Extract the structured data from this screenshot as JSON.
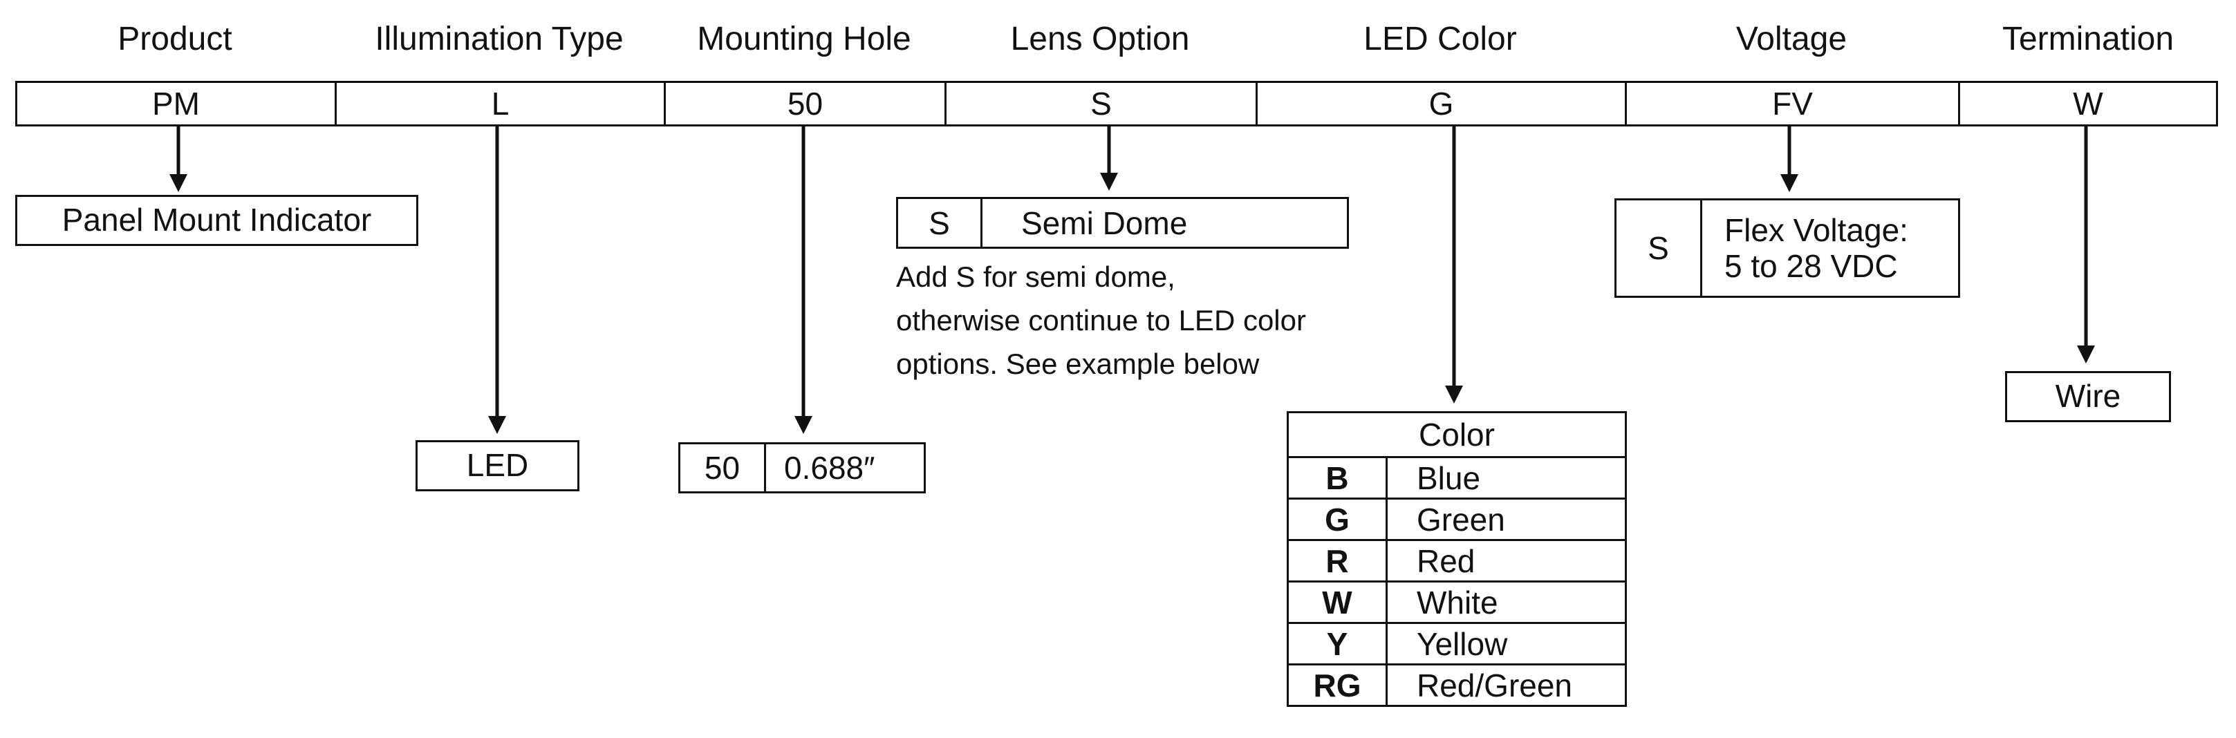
{
  "headers": [
    {
      "key": "product",
      "label": "Product"
    },
    {
      "key": "illumination",
      "label": "Illumination Type"
    },
    {
      "key": "mounting",
      "label": "Mounting Hole"
    },
    {
      "key": "lens",
      "label": "Lens Option"
    },
    {
      "key": "led_color",
      "label": "LED Color"
    },
    {
      "key": "voltage",
      "label": "Voltage"
    },
    {
      "key": "termination",
      "label": "Termination"
    }
  ],
  "part_number": [
    "PM",
    "L",
    "50",
    "S",
    "G",
    "FV",
    "W"
  ],
  "product_box": {
    "label": "Panel Mount Indicator"
  },
  "illumination_box": {
    "label": "LED"
  },
  "mounting_box": {
    "code": "50",
    "size": "0.688″"
  },
  "lens_box": {
    "code": "S",
    "label": "Semi Dome"
  },
  "lens_note": [
    "Add S for semi dome,",
    "otherwise continue to LED color",
    "options. See example below"
  ],
  "voltage_box": {
    "code": "S",
    "line1": "Flex Voltage:",
    "line2": "5 to 28 VDC"
  },
  "termination_box": {
    "label": "Wire"
  },
  "color_table": {
    "header": "Color",
    "rows": [
      {
        "code": "B",
        "name": "Blue"
      },
      {
        "code": "G",
        "name": "Green"
      },
      {
        "code": "R",
        "name": "Red"
      },
      {
        "code": "W",
        "name": "White"
      },
      {
        "code": "Y",
        "name": "Yellow"
      },
      {
        "code": "RG",
        "name": "Red/Green"
      }
    ]
  },
  "colors": {
    "line": "#111111",
    "background": "#ffffff"
  }
}
